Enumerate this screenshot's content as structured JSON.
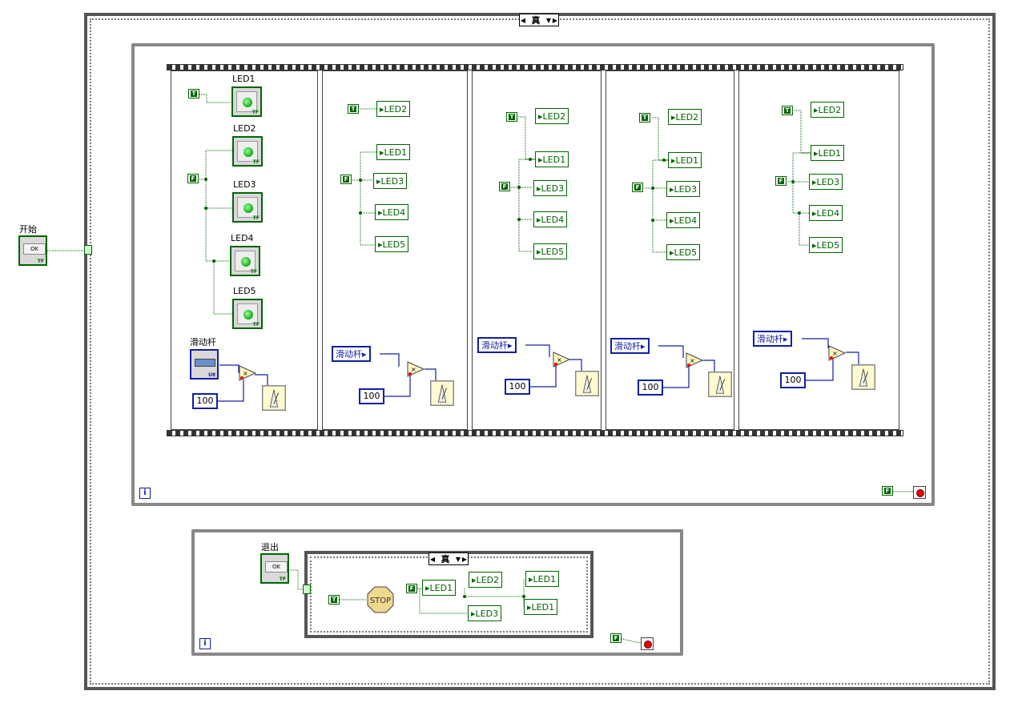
{
  "outer_case": {
    "selector": "真"
  },
  "start_button": {
    "label": "开始",
    "button_text": "OK",
    "tf": "TF"
  },
  "frames": [
    {
      "leds": [
        "LED1",
        "LED2",
        "LED3",
        "LED4",
        "LED5"
      ],
      "true_const": "T",
      "false_const": "F",
      "slider_label": "滑动杆",
      "slider_type": "U8",
      "multiplier": "100"
    },
    {
      "locals": [
        "LED2",
        "LED1",
        "LED3",
        "LED4",
        "LED5"
      ],
      "true_const": "T",
      "false_const": "F",
      "slider_local": "滑动杆",
      "multiplier": "100"
    },
    {
      "locals": [
        "LED2",
        "LED1",
        "LED3",
        "LED4",
        "LED5"
      ],
      "true_const": "T",
      "false_const": "F",
      "slider_local": "滑动杆",
      "multiplier": "100"
    },
    {
      "locals": [
        "LED2",
        "LED1",
        "LED3",
        "LED4",
        "LED5"
      ],
      "true_const": "T",
      "false_const": "F",
      "slider_local": "滑动杆",
      "multiplier": "100"
    },
    {
      "locals": [
        "LED2",
        "LED1",
        "LED3",
        "LED4",
        "LED5"
      ],
      "true_const": "T",
      "false_const": "F",
      "slider_local": "滑动杆",
      "multiplier": "100"
    }
  ],
  "loop1": {
    "iteration": "i",
    "stop_const": "F"
  },
  "exit_loop": {
    "exit_label": "退出",
    "button_text": "OK",
    "tf": "TF",
    "inner_case_selector": "真",
    "true_const": "T",
    "false_const": "F",
    "stop_text": "STOP",
    "locals": [
      "LED1",
      "LED2",
      "LED3",
      "LED1",
      "LED1"
    ],
    "iteration": "i",
    "stop_const": "F"
  },
  "colors": {
    "bool": "#006400",
    "numeric": "#1020a0",
    "structure": "#555555"
  }
}
